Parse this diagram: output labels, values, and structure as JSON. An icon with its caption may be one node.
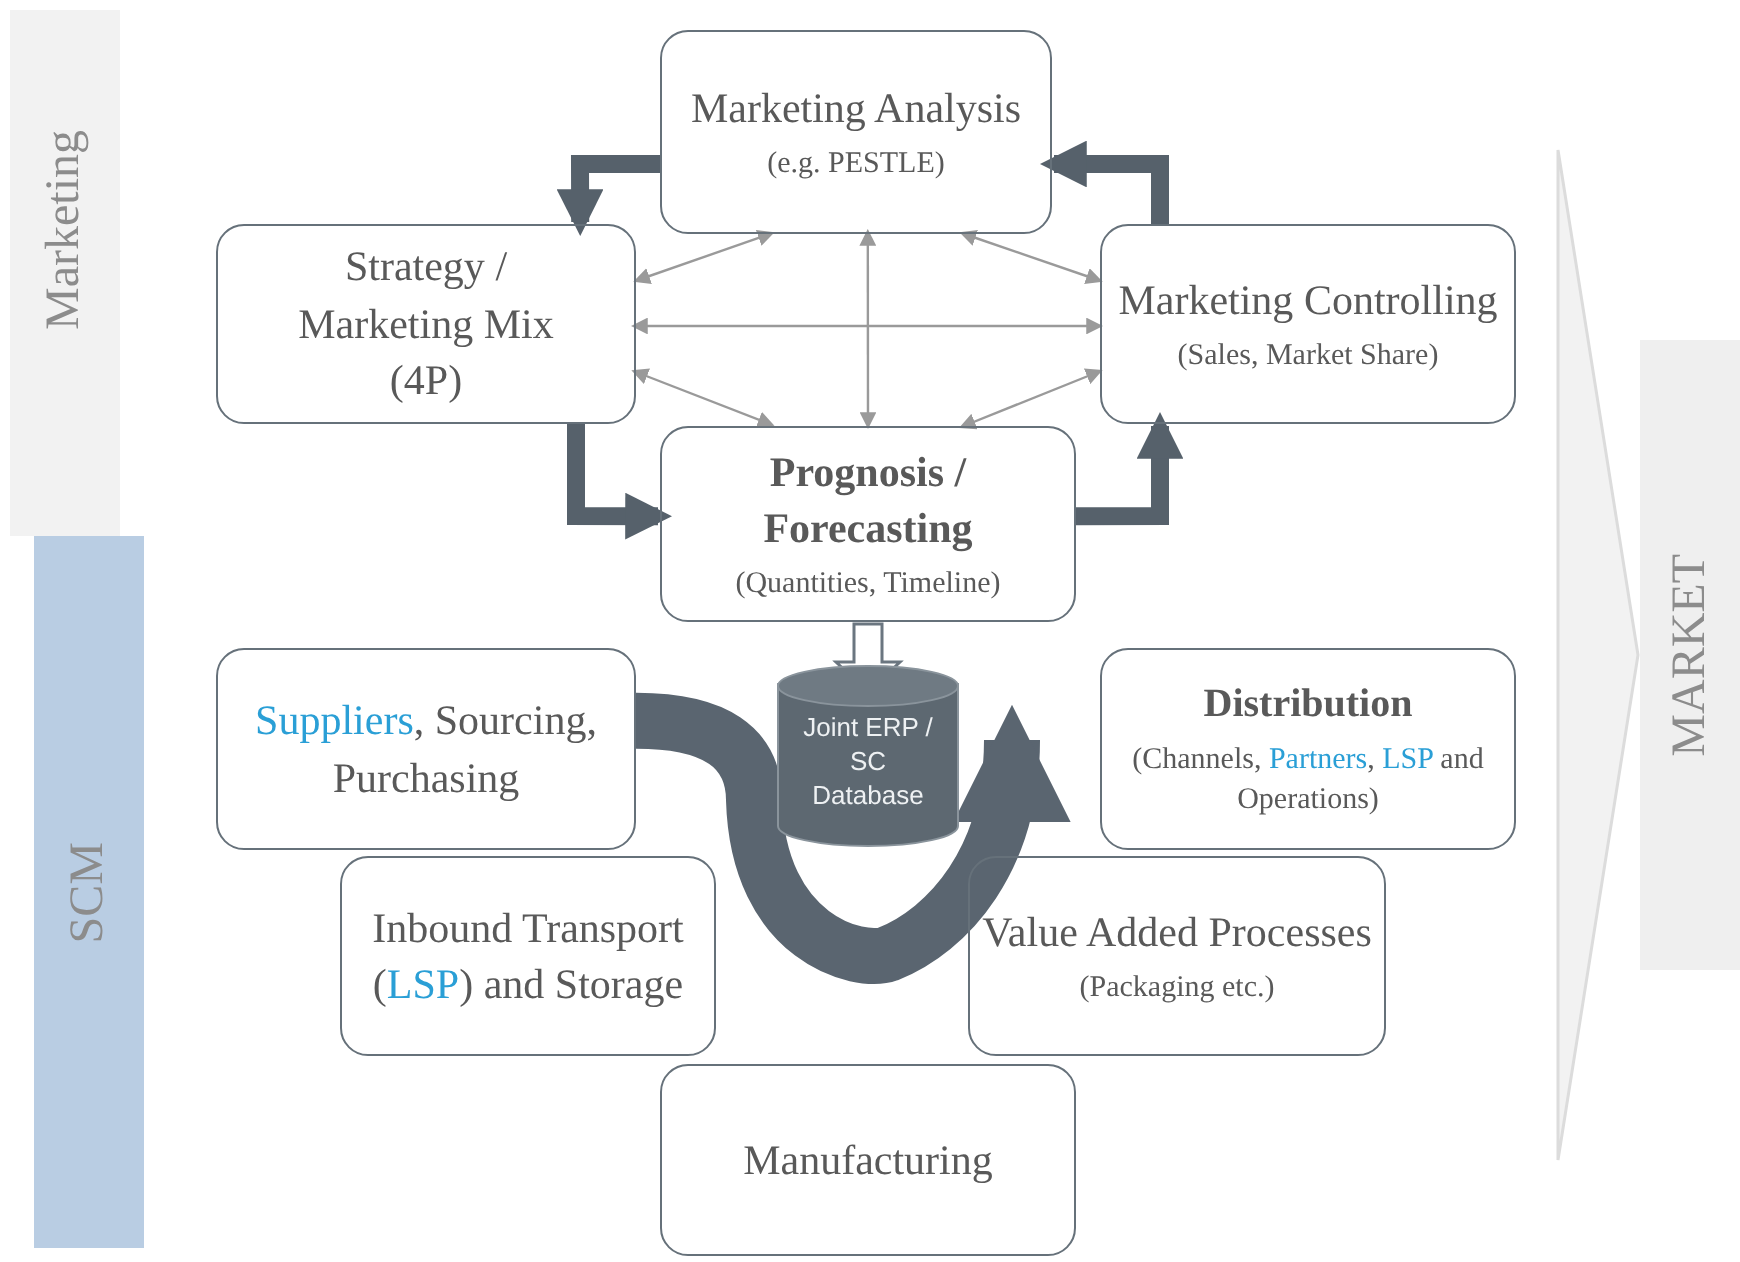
{
  "diagram": {
    "nodes": [
      {
        "text": [
          "Marketing"
        ]
      },
      {
        "text": [
          "SCM"
        ]
      },
      {
        "text": [
          "Marketing Analysis",
          "(e.g. PESTLE)"
        ]
      },
      {
        "text": [
          "Strategy / Marketing Mix (4P)"
        ]
      },
      {
        "text": [
          "Marketing Controlling",
          "(Sales, Market Share)"
        ]
      },
      {
        "text": [
          "Prognosis / Forecasting",
          "(Quantities, Timeline)"
        ]
      },
      {
        "text": [
          "Joint ERP / SC Database"
        ]
      },
      {
        "text": [
          "Suppliers, Sourcing, Purchasing"
        ]
      },
      {
        "text": [
          "Distribution",
          "(Channels, Partners, LSP and Operations)"
        ]
      },
      {
        "text": [
          "Inbound Transport (LSP) and Storage"
        ]
      },
      {
        "text": [
          "Value Added Processes",
          "(Packaging etc.)"
        ]
      },
      {
        "text": [
          "Manufacturing"
        ]
      },
      {
        "text": [
          "MARKET"
        ]
      }
    ],
    "edges": [
      {
        "from": 2,
        "to": 3,
        "arrow": "to",
        "style": "thick",
        "color": "#56616b"
      },
      {
        "from": 3,
        "to": 5,
        "arrow": "to",
        "style": "thick",
        "color": "#56616b"
      },
      {
        "from": 5,
        "to": 4,
        "arrow": "to",
        "style": "thick",
        "color": "#56616b"
      },
      {
        "from": 4,
        "to": 2,
        "arrow": "to",
        "style": "thick",
        "color": "#56616b"
      },
      {
        "from": 2,
        "to": 3,
        "arrow": "both"
      },
      {
        "from": 2,
        "to": 4,
        "arrow": "both"
      },
      {
        "from": 3,
        "to": 4,
        "arrow": "both"
      },
      {
        "from": 3,
        "to": 5,
        "arrow": "both"
      },
      {
        "from": 5,
        "to": 4,
        "arrow": "both"
      },
      {
        "from": 2,
        "to": 5,
        "arrow": "both"
      },
      {
        "from": 5,
        "to": 6,
        "arrow": "to",
        "style": "thick",
        "color": "#ffffff"
      },
      {
        "from": 7,
        "to": 8,
        "arrow": "to",
        "style": "thick",
        "color": "#5a6570"
      },
      {
        "from": null,
        "to": 12,
        "arrow": "to",
        "style": "thick",
        "color": "#f2f2f2"
      }
    ]
  }
}
